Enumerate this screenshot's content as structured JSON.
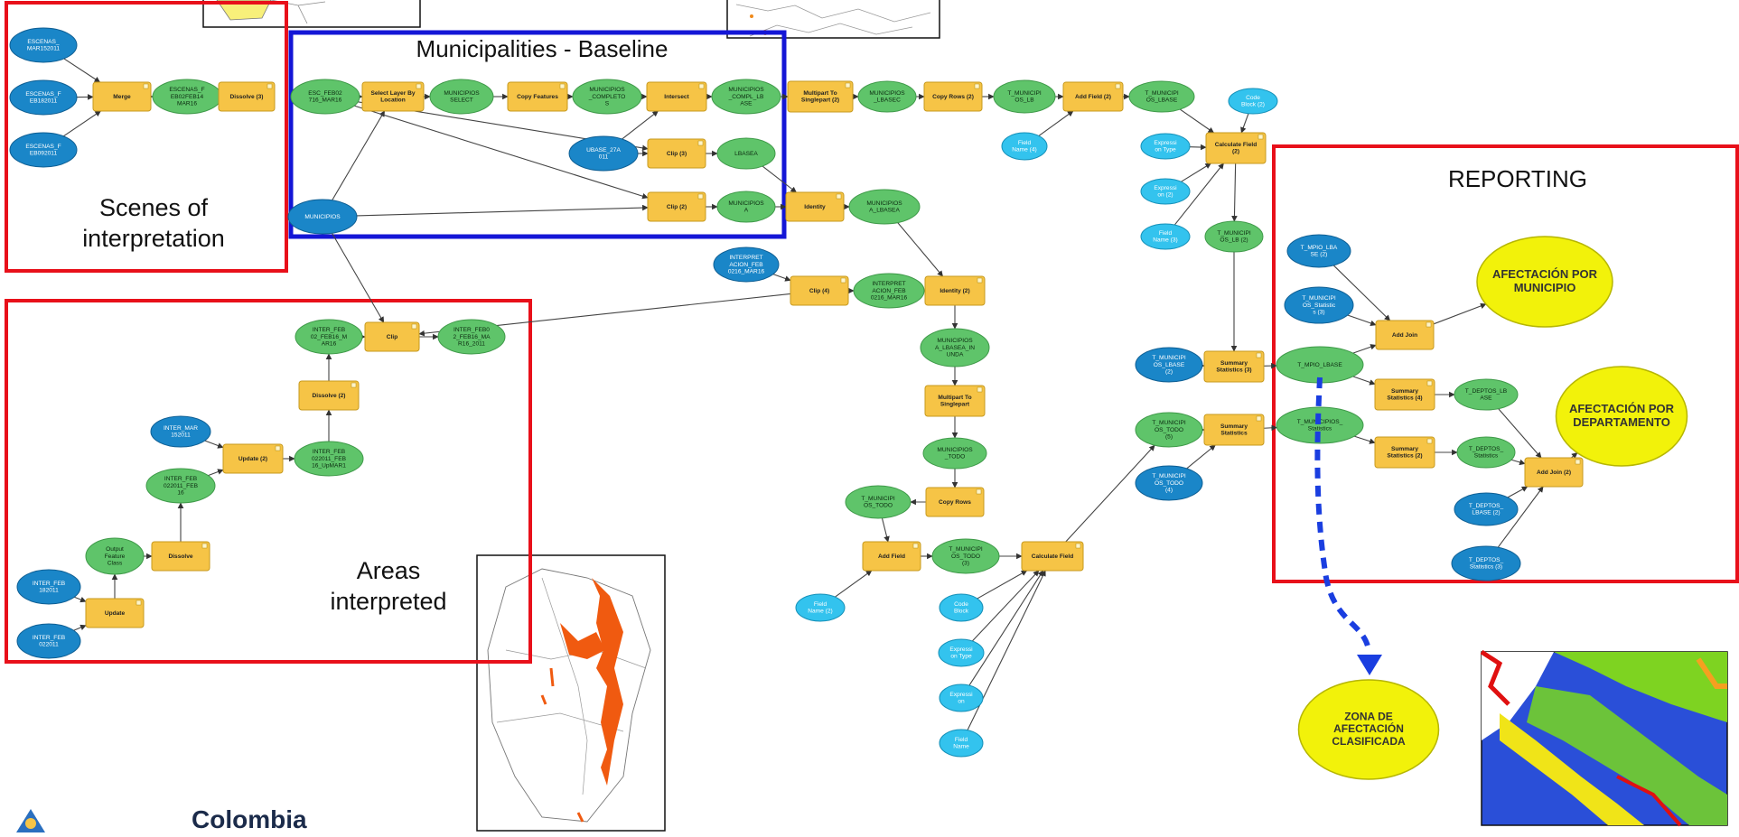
{
  "colors": {
    "process": "#f6c446",
    "data": "#5fc46a",
    "input": "#1a86c8",
    "param": "#33c3ee",
    "result": "#f2f20a",
    "red_frame": "#e8101a",
    "blue_frame": "#1416d6",
    "arrow_blue": "#1a3ee0"
  },
  "regions": {
    "baseline": "Municipalities - Baseline",
    "scenes": [
      "Scenes of",
      "interpretation"
    ],
    "areas": [
      "Areas",
      "interpreted"
    ],
    "reporting": "REPORTING"
  },
  "results": {
    "municipio": [
      "AFECTACIÓN POR",
      "MUNICIPIO"
    ],
    "departamento": [
      "AFECTACIÓN POR",
      "DEPARTAMENTO"
    ],
    "zona": [
      "ZONA DE",
      "AFECTACIÓN",
      "CLASIFICADA"
    ]
  },
  "logo_text": "Colombia",
  "nodes": {
    "n1": [
      "ESCENAS_",
      "MAR152011"
    ],
    "n2": [
      "ESCENAS_F",
      "EB182011"
    ],
    "n3": [
      "ESCENAS_F",
      "EB092011"
    ],
    "n4": [
      "Merge"
    ],
    "n5": [
      "ESCENAS_F",
      "EB02FEB14",
      "MAR16"
    ],
    "n6": [
      "Dissolve (3)"
    ],
    "n7": [
      "ESC_FEB02",
      "716_MAR16"
    ],
    "n8": [
      "Select Layer By",
      "Location"
    ],
    "n9": [
      "MUNICIPIOS",
      "SELECT"
    ],
    "n10": [
      "Copy Features"
    ],
    "n11": [
      "MUNICIPIOS",
      "_COMPLETO",
      "S"
    ],
    "n12": [
      "Intersect"
    ],
    "n13": [
      "MUNICIPIOS",
      "_COMPL_LB",
      "ASE"
    ],
    "n14": [
      "UBASE_27A",
      "011"
    ],
    "n15": [
      "Clip (3)"
    ],
    "n16": [
      "LBASEA"
    ],
    "n17": [
      "MUNICIPIOS"
    ],
    "n18": [
      "Clip (2)"
    ],
    "n19": [
      "MUNICIPIOS",
      "A"
    ],
    "n20": [
      "Identity"
    ],
    "n21": [
      "MUNICIPIOS",
      "A_LBASEA"
    ],
    "n22": [
      "Multipart To",
      "Singlepart (2)"
    ],
    "n23": [
      "MUNICIPIOS",
      "_LBASEC"
    ],
    "n24": [
      "Copy Rows (2)"
    ],
    "n25": [
      "T_MUNICIPI",
      "OS_LB"
    ],
    "n26": [
      "Add Field (2)"
    ],
    "n27": [
      "T_MUNICIPI",
      "OS_LBASE"
    ],
    "n28": [
      "Field",
      "Name (4)"
    ],
    "n29": [
      "Code",
      "Block (2)"
    ],
    "n30": [
      "Expressi",
      "on Type"
    ],
    "n31": [
      "Calculate Field",
      "(2)"
    ],
    "n32": [
      "Expressi",
      "on (2)"
    ],
    "n33": [
      "Field",
      "Name (3)"
    ],
    "n34": [
      "T_MUNICIPI",
      "OS_LB (2)"
    ],
    "n35": [
      "INTERPRET",
      "ACION_FEB",
      "0216_MAR16"
    ],
    "n36": [
      "Clip (4)"
    ],
    "n37": [
      "INTERPRET",
      "ACION_FEB",
      "0216_MAR16"
    ],
    "n38": [
      "Identity (2)"
    ],
    "n39": [
      "INTER_FEB",
      "02_FEB16_M",
      "AR16"
    ],
    "n40": [
      "Clip"
    ],
    "n41": [
      "INTER_FEB0",
      "2_FEB16_MA",
      "R16_2011"
    ],
    "n42": [
      "Dissolve (2)"
    ],
    "n43": [
      "INTER_MAR",
      "152011"
    ],
    "n44": [
      "Update (2)"
    ],
    "n45": [
      "INTER_FEB",
      "022011_FEB",
      "16_UpMAR1"
    ],
    "n46": [
      "INTER_FEB",
      "022011_FEB",
      "16"
    ],
    "n47": [
      "Output",
      "Feature",
      "Class"
    ],
    "n48": [
      "Dissolve"
    ],
    "n49": [
      "INTER_FEB",
      "182011"
    ],
    "n50": [
      "Update"
    ],
    "n51": [
      "INTER_FEB",
      "022011"
    ],
    "n52": [
      "MUNICIPIOS",
      "A_LBASEA_IN",
      "UNDA"
    ],
    "n53": [
      "Multipart To",
      "Singlepart"
    ],
    "n54": [
      "MUNICIPIOS",
      "_TODO"
    ],
    "n55": [
      "Copy Rows"
    ],
    "n56": [
      "T_MUNICIPI",
      "OS_TODO"
    ],
    "n57": [
      "Add Field"
    ],
    "n58": [
      "T_MUNICIPI",
      "OS_TODO",
      "(3)"
    ],
    "n59": [
      "Calculate Field"
    ],
    "n60": [
      "Field",
      "Name (2)"
    ],
    "n61": [
      "Code",
      "Block"
    ],
    "n62": [
      "Expressi",
      "on Type"
    ],
    "n63": [
      "Expressi",
      "on"
    ],
    "n64": [
      "Field",
      "Name"
    ],
    "n65": [
      "T_MUNICIPI",
      "OS_LBASE",
      "(2)"
    ],
    "n66": [
      "Summary",
      "Statistics (3)"
    ],
    "n67": [
      "T_MUNICIPI",
      "OS_TODO",
      "(5)"
    ],
    "n68": [
      "T_MUNICIPI",
      "OS_TODO",
      "(4)"
    ],
    "n69": [
      "Summary",
      "Statistics"
    ],
    "n70": [
      "T_MPIO_LBA",
      "SE (2)"
    ],
    "n71": [
      "T_MUNICIPI",
      "OS_Statistic",
      "s (3)"
    ],
    "n72": [
      "Add Join"
    ],
    "n73": [
      "T_MPIO_LBASE"
    ],
    "n74": [
      "Summary",
      "Statistics (4)"
    ],
    "n75": [
      "T_DEPTOS_LB",
      "ASE"
    ],
    "n76": [
      "T_MUNICIPIOS_",
      "Statistics"
    ],
    "n77": [
      "Summary",
      "Statistics (2)"
    ],
    "n78": [
      "T_DEPTOS_",
      "Statistics"
    ],
    "n79": [
      "Add Join (2)"
    ],
    "n80": [
      "T_DEPTOS_",
      "LBASE (2)"
    ],
    "n81": [
      "T_DEPTOS_",
      "Statistics (3)"
    ]
  }
}
